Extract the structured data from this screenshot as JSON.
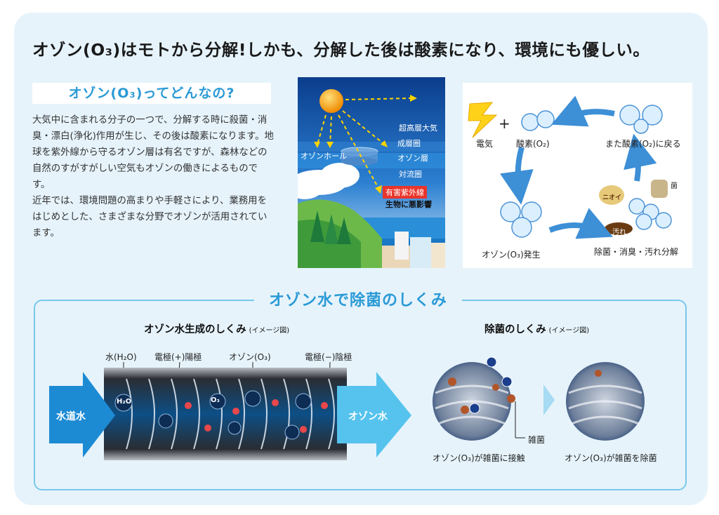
{
  "title": "オゾン(O₃)はモトから分解!しかも、分解した後は酸素になり、環境にも優しい。",
  "intro": {
    "heading": "オゾン(O₃)ってどんなの?",
    "paragraph1": "大気中に含まれる分子の一つで、分解する時に殺菌・消臭・漂白(浄化)作用が生じ、その後は酸素になります。地球を紫外線から守るオゾン層は有名ですが、森林などの自然のすがすがしい空気もオゾンの働きによるものです。",
    "paragraph2": "近年では、環境問題の高まりや手軽さにより、業務用をはじめとした、さまざまな分野でオゾンが活用されています。"
  },
  "atmosphere": {
    "layers": [
      "超高層大気",
      "成層圏",
      "オゾン層",
      "対流圏"
    ],
    "ozone_hole": "オゾンホール",
    "uv_label": "有害紫外線",
    "uv_effect": "生物に悪影響"
  },
  "cycle": {
    "electricity": "電気",
    "plus": "+",
    "oxygen": "酸素(O₂)",
    "back_to_oxygen": "また酸素(O₂)に戻る",
    "ozone_generated": "オゾン(O₃)発生",
    "decompose": "除菌・消臭・汚れ分解",
    "bacteria": "菌",
    "odor": "ニオイ",
    "dirt": "汚れ"
  },
  "mechanism": {
    "title": "オゾン水で除菌のしくみ",
    "generation_title": "オゾン水生成のしくみ",
    "generation_note": "(イメージ図)",
    "labels": [
      "水(H₂O)",
      "電極(+)陽極",
      "オゾン(O₃)",
      "電極(−)陰極"
    ],
    "tap_water": "水道水",
    "ozone_water": "オゾン水",
    "molecule_h2o": "H₂O",
    "molecule_o3": "O₃",
    "sterilization_title": "除菌のしくみ",
    "sterilization_note": "(イメージ図)",
    "germ": "雑菌",
    "contact_caption": "オゾン(O₃)が雑菌に接触",
    "sterilize_caption": "オゾン(O₃)が雑菌を除菌"
  },
  "colors": {
    "accent": "#2a9ad6",
    "panel": "#e6f3fb",
    "arrow_dark": "#1d8bd4",
    "arrow_light": "#56c3ee",
    "uv_red": "#e8352b"
  }
}
